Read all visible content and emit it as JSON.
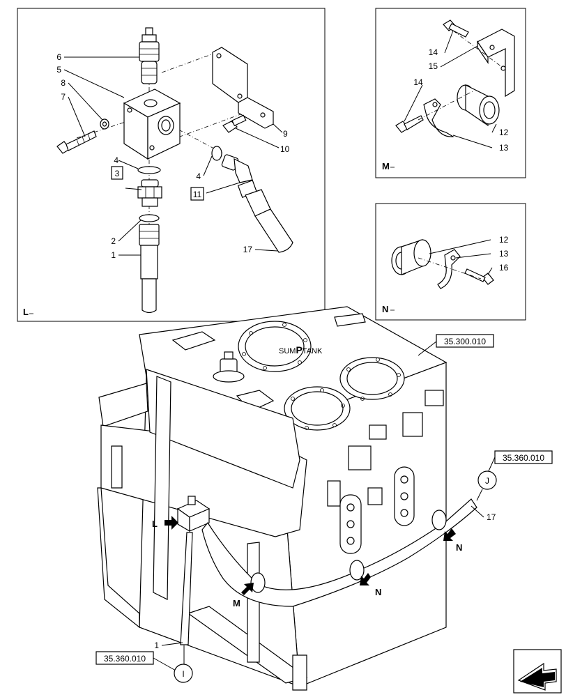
{
  "views": {
    "L": {
      "label": "L"
    },
    "M": {
      "label": "M"
    },
    "N": {
      "label": "N"
    }
  },
  "callouts_L": {
    "p1": "1",
    "p2": "2",
    "p3": "3",
    "p4a": "4",
    "p4b": "4",
    "p5": "5",
    "p6": "6",
    "p7": "7",
    "p8": "8",
    "p9": "9",
    "p10": "10",
    "p11": "11",
    "p17": "17"
  },
  "callouts_M": {
    "p14a": "14",
    "p14b": "14",
    "p15": "15",
    "p12": "12",
    "p13": "13"
  },
  "callouts_N": {
    "p12": "12",
    "p13": "13",
    "p16": "16"
  },
  "main": {
    "tank_label": "SUMPTANK",
    "tank_label_sum": "SUM",
    "tank_label_p": "P",
    "tank_label_tank": "TANK",
    "ref_top": "35.300.010",
    "ref_right": "35.360.010",
    "ref_bottom": "35.360.010",
    "circle_J": "J",
    "circle_I": "I",
    "callout_1": "1",
    "callout_17": "17",
    "arrow_L": "L",
    "arrow_M": "M",
    "arrow_N1": "N",
    "arrow_N2": "N"
  }
}
